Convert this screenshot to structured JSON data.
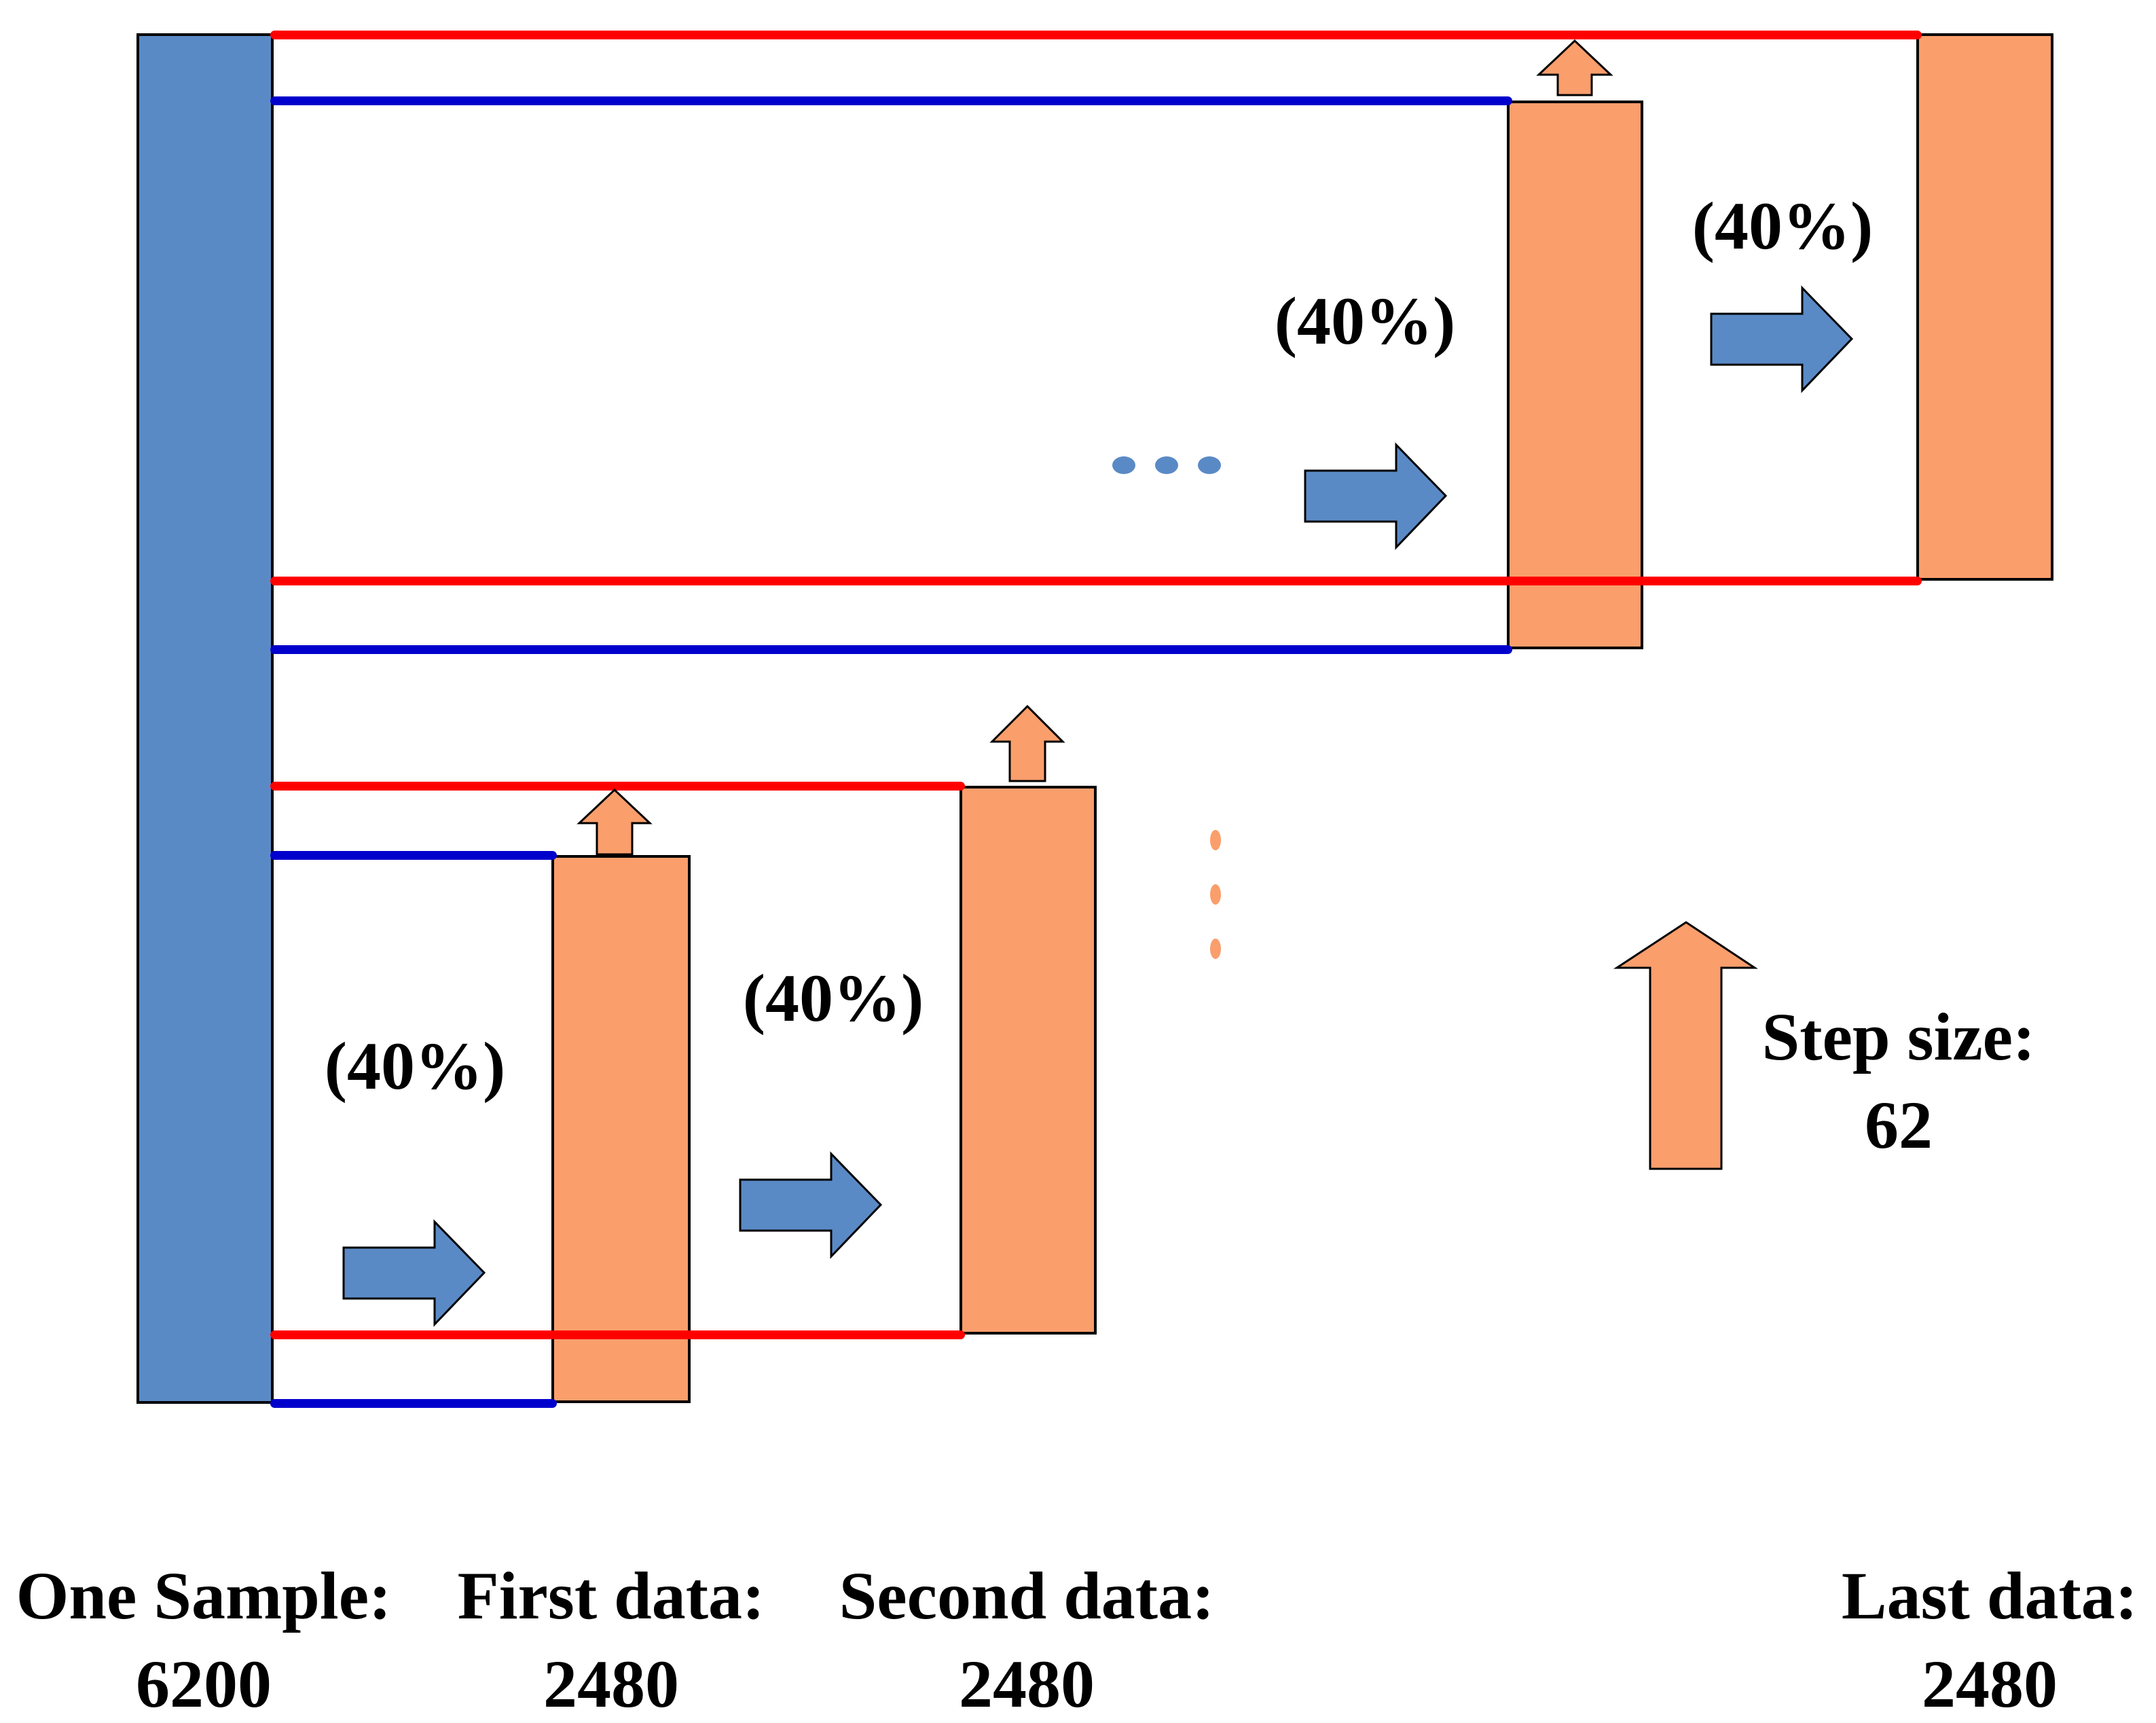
{
  "diagram": {
    "sample": {
      "label": "One Sample:",
      "value": "6200"
    },
    "windows": [
      {
        "label": "First data:",
        "value": "2480"
      },
      {
        "label": "Second data:",
        "value": "2480"
      },
      {
        "label": "Last data:",
        "value": "2480"
      }
    ],
    "step": {
      "label": "Step size:",
      "value": "62"
    },
    "percent_labels": [
      "(40%)",
      "(40%)",
      "(40%)",
      "(40%)"
    ]
  },
  "colors": {
    "sample-blue": "#5A8AC6",
    "window-orange": "#FA9E6C",
    "marker-red": "#FF0000",
    "marker-blue": "#0000CC",
    "ink": "#000000"
  }
}
